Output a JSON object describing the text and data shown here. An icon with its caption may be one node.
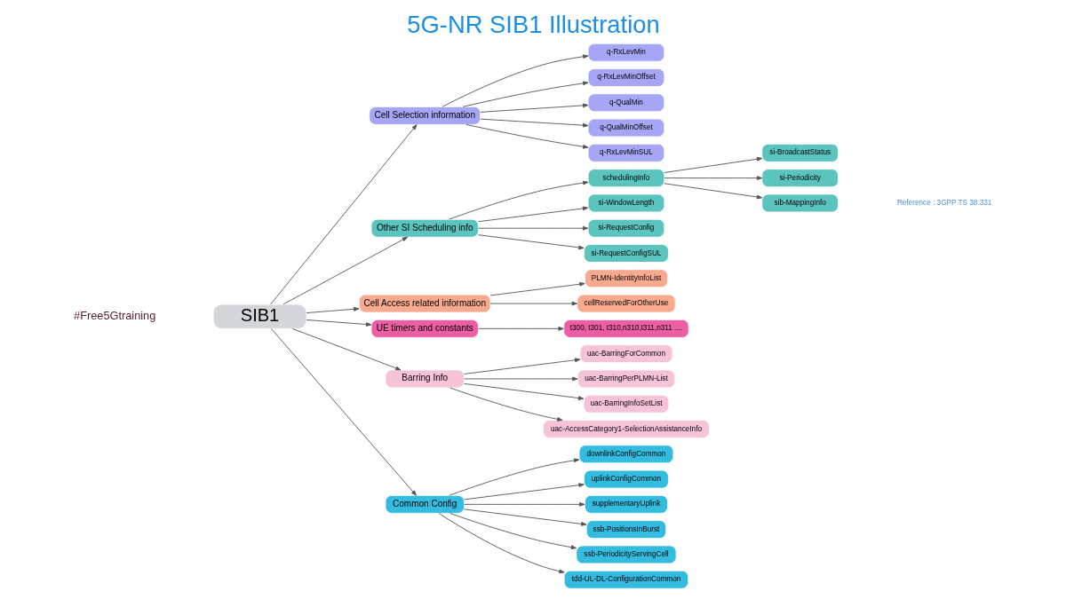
{
  "diagram": {
    "title": "5G-NR SIB1 Illustration",
    "nodes": [
      {
        "text": [
          "SIB1"
        ]
      },
      {
        "text": [
          "Cell Selection information"
        ]
      },
      {
        "text": [
          "q-RxLevMin"
        ]
      },
      {
        "text": [
          "q-RxLevMinOffset"
        ]
      },
      {
        "text": [
          "q-QualMin"
        ]
      },
      {
        "text": [
          "q-QualMinOffset"
        ]
      },
      {
        "text": [
          "q-RxLevMinSUL"
        ]
      },
      {
        "text": [
          "Other SI Scheduling info"
        ]
      },
      {
        "text": [
          "schedulingInfo"
        ]
      },
      {
        "text": [
          "si-BroadcastStatus"
        ]
      },
      {
        "text": [
          "si-Periodicity"
        ]
      },
      {
        "text": [
          "sib-MappingInfo"
        ]
      },
      {
        "text": [
          "si-WindowLength"
        ]
      },
      {
        "text": [
          "si-RequestConfig"
        ]
      },
      {
        "text": [
          "si-RequestConfigSUL"
        ]
      },
      {
        "text": [
          "Cell Access related information"
        ]
      },
      {
        "text": [
          "PLMN-IdentityInfoList"
        ]
      },
      {
        "text": [
          "cellReservedForOtherUse"
        ]
      },
      {
        "text": [
          "UE timers and constants"
        ]
      },
      {
        "text": [
          "t300, t301, t310,n310,t311,n311 ...."
        ]
      },
      {
        "text": [
          "Barring Info"
        ]
      },
      {
        "text": [
          "uac-BarringForCommon"
        ]
      },
      {
        "text": [
          "uac-BarringPerPLMN-List"
        ]
      },
      {
        "text": [
          "uac-BarringInfoSetList"
        ]
      },
      {
        "text": [
          "uac-AccessCategory1-SelectionAssistanceInfo"
        ]
      },
      {
        "text": [
          "Common Config"
        ]
      },
      {
        "text": [
          "downlinkConfigCommon"
        ]
      },
      {
        "text": [
          "uplinkConfigCommon"
        ]
      },
      {
        "text": [
          "supplementaryUplink"
        ]
      },
      {
        "text": [
          "ssb-PositionsInBurst"
        ]
      },
      {
        "text": [
          "ssb-PeriodicityServingCell"
        ]
      },
      {
        "text": [
          "tdd-UL-DL-ConfigurationCommon"
        ]
      }
    ],
    "edges": [
      {
        "from": 0,
        "to": 1,
        "arrow": "to"
      },
      {
        "from": 0,
        "to": 7,
        "arrow": "to"
      },
      {
        "from": 0,
        "to": 15,
        "arrow": "to"
      },
      {
        "from": 0,
        "to": 18,
        "arrow": "to"
      },
      {
        "from": 0,
        "to": 20,
        "arrow": "to"
      },
      {
        "from": 0,
        "to": 25,
        "arrow": "to"
      },
      {
        "from": 1,
        "to": 2,
        "arrow": "to"
      },
      {
        "from": 1,
        "to": 3,
        "arrow": "to"
      },
      {
        "from": 1,
        "to": 4,
        "arrow": "to"
      },
      {
        "from": 1,
        "to": 5,
        "arrow": "to"
      },
      {
        "from": 1,
        "to": 6,
        "arrow": "to"
      },
      {
        "from": 7,
        "to": 8,
        "arrow": "to"
      },
      {
        "from": 7,
        "to": 12,
        "arrow": "to"
      },
      {
        "from": 7,
        "to": 13,
        "arrow": "to"
      },
      {
        "from": 7,
        "to": 14,
        "arrow": "to"
      },
      {
        "from": 8,
        "to": 9,
        "arrow": "to"
      },
      {
        "from": 8,
        "to": 10,
        "arrow": "to"
      },
      {
        "from": 8,
        "to": 11,
        "arrow": "to"
      },
      {
        "from": 15,
        "to": 16,
        "arrow": "to"
      },
      {
        "from": 15,
        "to": 17,
        "arrow": "to"
      },
      {
        "from": 18,
        "to": 19,
        "arrow": "to"
      },
      {
        "from": 20,
        "to": 21,
        "arrow": "to"
      },
      {
        "from": 20,
        "to": 22,
        "arrow": "to"
      },
      {
        "from": 20,
        "to": 23,
        "arrow": "to"
      },
      {
        "from": 20,
        "to": 24,
        "arrow": "to"
      },
      {
        "from": 25,
        "to": 26,
        "arrow": "to"
      },
      {
        "from": 25,
        "to": 27,
        "arrow": "to"
      },
      {
        "from": 25,
        "to": 28,
        "arrow": "to"
      },
      {
        "from": 25,
        "to": 29,
        "arrow": "to"
      },
      {
        "from": 25,
        "to": 30,
        "arrow": "to"
      },
      {
        "from": 25,
        "to": 31,
        "arrow": "to"
      }
    ],
    "labels": [
      "Reference : 3GPP TS 38.331",
      "#Free5Gtraining"
    ]
  }
}
